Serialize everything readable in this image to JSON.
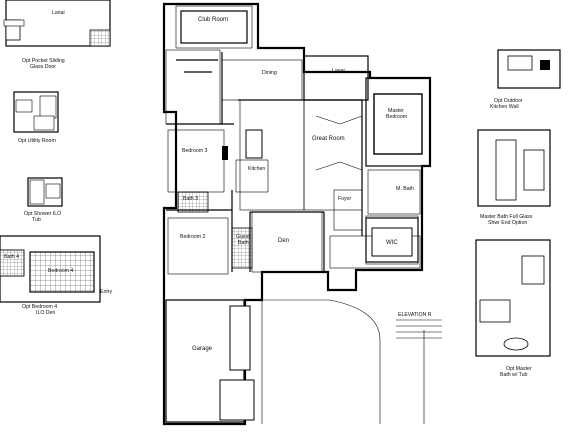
{
  "rooms": {
    "club_room": "Club Room",
    "dining": "Dining",
    "lanai_main": "Lanai",
    "master_bedroom": "Master\nBedroom",
    "great_room": "Great Room",
    "kitchen": "Kitchen",
    "bedroom3": "Bedroom 3",
    "bath3": "Bath 3",
    "bedroom2": "Bedroom 2",
    "guest_bath": "Guest\nBath",
    "den": "Den",
    "foyer": "Foyer",
    "wic": "WIC",
    "master_bath": "M. Bath",
    "garage": "Garage",
    "entry": "Entry"
  },
  "options": {
    "pocket_slider": "Opt Pocket Sliding\nGlass Door",
    "lanai_opt": "Lanai",
    "utility": "Opt Utility Room",
    "shower_tub": "Opt Shower ILO\nTub",
    "bedroom4_den": "Opt Bedroom 4\nILO Den",
    "bedroom4": "Bedroom 4",
    "bath4": "Bath 4",
    "outdoor_kitchen": "Opt Outdoor\nKitchen Wall",
    "master_glass": "Master Bath Full Glass\nShwr End Option",
    "master_tub": "Opt Master\nBath w/ Tub"
  },
  "elevation": {
    "title": "ELEVATION R"
  },
  "colors": {
    "ink": "#000000",
    "paper": "#ffffff"
  }
}
